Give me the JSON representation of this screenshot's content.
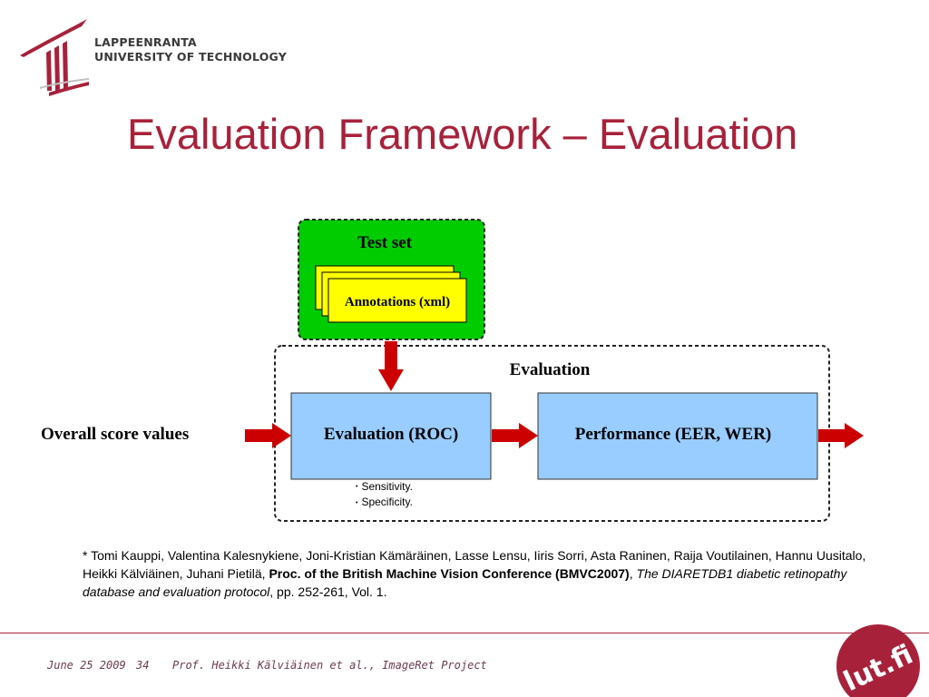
{
  "university": {
    "line1": "LAPPEENRANTA",
    "line2": "UNIVERSITY OF TECHNOLOGY"
  },
  "slide": {
    "title": "Evaluation Framework – Evaluation"
  },
  "diagram": {
    "test_set_label": "Test set",
    "annotations_label": "Annotations (xml)",
    "evaluation_group_label": "Evaluation",
    "input_label": "Overall score values",
    "roc_box_label": "Evaluation (ROC)",
    "performance_box_label": "Performance (EER, WER)",
    "metrics": [
      "Sensitivity.",
      "Specificity."
    ]
  },
  "reference": {
    "authors": "* Tomi Kauppi, Valentina Kalesnykiene, Joni-Kristian Kämäräinen, Lasse Lensu, Iiris Sorri, Asta Raninen, Raija Voutilainen, Hannu Uusitalo, Heikki Kälviäinen, Juhani Pietilä, ",
    "venue": "Proc. of the British Machine Vision Conference (BMVC2007)",
    "sep": ", ",
    "paper_title": "The DIARETDB1 diabetic retinopathy database and evaluation protocol",
    "pages": ",  pp. 252-261, Vol. 1."
  },
  "footer": {
    "date": "June 25 2009",
    "page": "34",
    "author": "Prof. Heikki Kälviäinen et al.,  ImageRet Project"
  },
  "badge": {
    "text": "lut.fi"
  },
  "colors": {
    "brand": "#a8213a",
    "test_set_bg": "#00cc00",
    "annotation_bg": "#ffff00",
    "process_box_bg": "#99ccff",
    "arrow": "#cc0000"
  }
}
